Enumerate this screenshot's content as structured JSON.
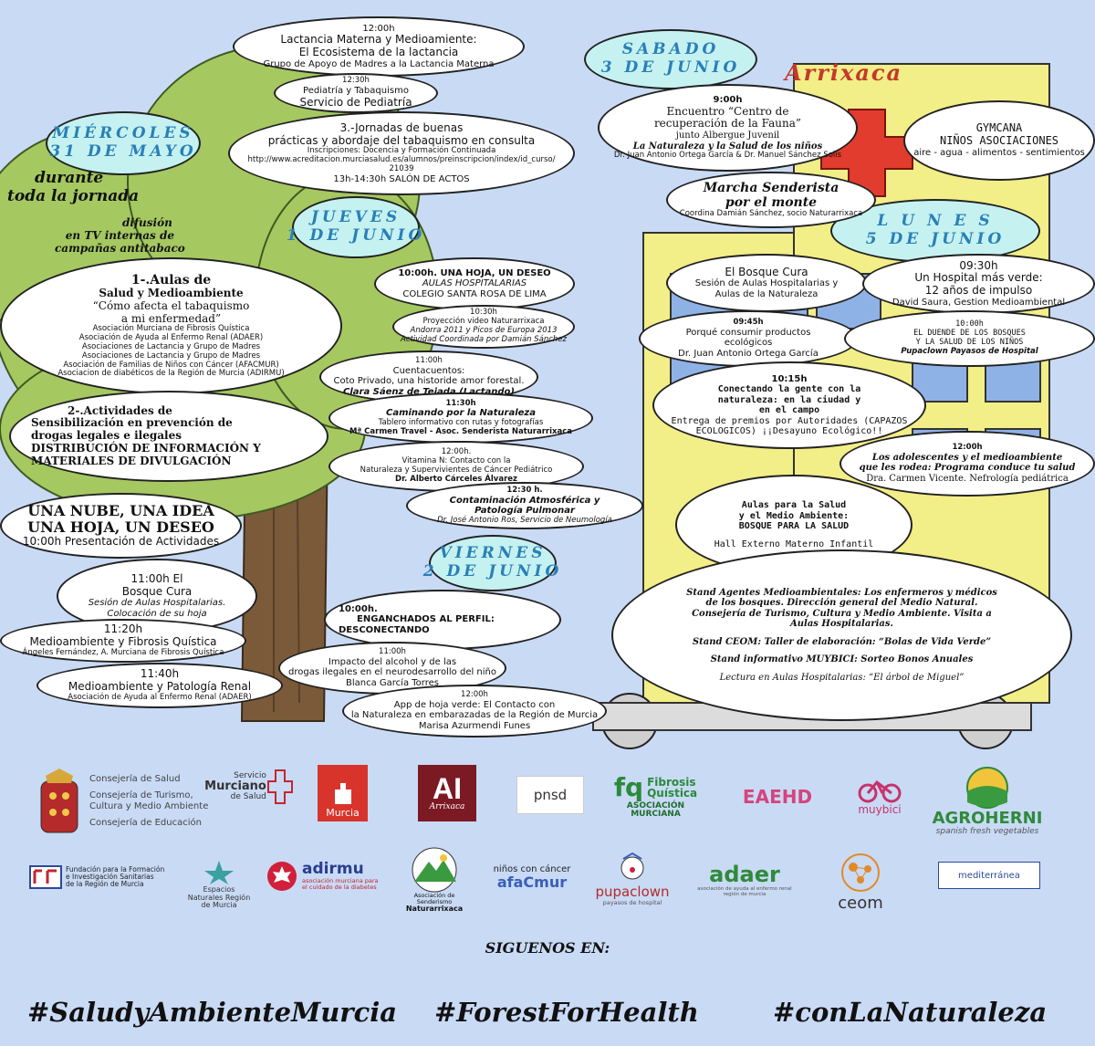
{
  "colors": {
    "background": "#c9daf5",
    "cloud": "#ffffff",
    "day_cloud": "#c5f2f0",
    "day_text": "#2a7fb8",
    "foliage": "#a5c861",
    "trunk": "#7b5a3a",
    "building": "#f2ee88",
    "window": "#8fb2e6",
    "cross": "#e23c2e"
  },
  "building_sign": "Arrixaca",
  "days": {
    "wed": [
      "MIÉRCOLES",
      "31 DE MAYO"
    ],
    "thu": [
      "JUEVES",
      "1 DE JUNIO"
    ],
    "fri": [
      "VIERNES",
      "2 DE JUNIO"
    ],
    "sat": [
      "SABADO",
      "3 DE JUNIO"
    ],
    "mon": [
      "L U N E S",
      "5 DE JUNIO"
    ]
  },
  "wed": {
    "all_day": [
      "durante",
      "toda la jornada"
    ],
    "tv": [
      "difusión",
      "en TV internas de",
      "campañas antitabaco"
    ],
    "aulas": [
      "1-.Aulas de",
      "Salud y Medioambiente",
      "“Cómo afecta el tabaquismo",
      "a mi enfermedad”",
      "Asociación Murciana de Fibrosis Quística",
      "Asociación de Ayuda al Enfermo Renal (ADAER)",
      "Asociaciones de Lactancia y Grupo de Madres",
      "Asociaciones de Lactancia y Grupo de Madres",
      "Asociación de Familias de Niños con Cáncer (AFACMUR)",
      "Asociacion de diabéticos de la Región de Murcia (ADIRMU)"
    ],
    "actividades": [
      "2-.Actividades de",
      "Sensibilización en prevención de",
      "drogas legales e ilegales",
      "DISTRIBUCIÓN DE INFORMACIÓN Y",
      "MATERIALES DE DIVULGACIÓN"
    ],
    "nube": [
      "UNA NUBE, UNA IDEA",
      "UNA HOJA, UN DESEO",
      "10:00h Presentación de Actividades"
    ],
    "bosque": [
      "11:00h El",
      "Bosque Cura",
      "Sesión de Aulas Hospitalarias.",
      "Colocación de su hoja"
    ],
    "fibrosis": [
      "11:20h",
      "Medioambiente y Fibrosis Quística",
      "Ángeles Fernández, A. Murciana de Fibrosis Quística"
    ],
    "renal": [
      "11:40h",
      "Medioambiente y Patología Renal",
      "Asociación de Ayuda al Enfermo Renal (ADAER)"
    ],
    "lactancia": [
      "12:00h",
      "Lactancia Materna y Medioamiente:",
      "El Ecosistema de la lactancia",
      "Grupo de Apoyo de Madres a la Lactancia Materna"
    ],
    "pediatria": [
      "12:30h",
      "Pediatría y Tabaquismo",
      "Servicio de Pediatría"
    ],
    "jornadas": [
      "3.-Jornadas de buenas",
      "prácticas y abordaje del tabaquismo en consulta",
      "Inscripciones: Docencia y Formación Continuada",
      "http://www.acreditacion.murciasalud.es/alumnos/preinscripcion/index/id_curso/",
      "21039",
      "13h-14:30h SALÓN DE ACTOS"
    ]
  },
  "thu": {
    "hoja": [
      "10:00h. UNA HOJA, UN DESEO",
      "AULAS HOSPITALARIAS",
      "COLEGIO SANTA ROSA DE LIMA"
    ],
    "video": [
      "10:30h",
      "Proyección video Naturarrixaca",
      "Andorra 2011 y Picos de Europa 2013",
      "Actividad Coordinada por Damián Sánchez"
    ],
    "cuentos": [
      "11:00h",
      "Cuentacuentos:",
      "Coto Privado, una historide amor forestal.",
      "Clara Sáenz de Tejada (Lactando)"
    ],
    "caminando": [
      "11:30h",
      "Caminando por la Naturaleza",
      "Tablero informativo con rutas y fotografías",
      "Mª Carmen Travel - Asoc. Senderista Naturarrixaca"
    ],
    "vitamina": [
      "12:00h.",
      "Vitamina N: Contacto con la",
      "Naturaleza y Supervivientes de Cáncer Pediátrico",
      "Dr. Alberto Cárceles Álvarez"
    ],
    "contaminacion": [
      "12:30 h.",
      "Contaminación Atmosférica y",
      "Patología Pulmonar",
      "Dr. José Antonio Ros, Servicio de Neumología"
    ]
  },
  "fri": {
    "enganchados": [
      "10:00h.",
      "ENGANCHADOS AL PERFIL:",
      "DESCONECTANDO"
    ],
    "alcohol": [
      "11:00h",
      "Impacto del alcohol y de las",
      "drogas ilegales en el neurodesarrollo del niño",
      "Blanca García Torres"
    ],
    "app": [
      "12:00h",
      "App de hoja verde: El Contacto con",
      "la Naturaleza en embarazadas de la Región de Murcia",
      "Marisa Azurmendi Funes"
    ]
  },
  "sat": {
    "encuentro": [
      "9:00h",
      "Encuentro “Centro de",
      "recuperación de la Fauna”",
      "junto Albergue Juvenil",
      "La Naturaleza y la Salud de los niños",
      "Dr. Juan Antonio Ortega García & Dr. Manuel Sánchez Solís"
    ],
    "gymcana": [
      "GYMCANA",
      "NIÑOS ASOCIACIONES",
      "aire - agua - alimentos - sentimientos"
    ],
    "marcha": [
      "Marcha Senderista",
      "por el monte",
      "Coordina Damián Sánchez, socio Naturarrixaca"
    ]
  },
  "mon": {
    "bosque": [
      "El Bosque Cura",
      "Sesión de Aulas Hospitalarias y",
      "Aulas de la Naturaleza"
    ],
    "hospital": [
      "09:30h",
      "Un Hospital más verde:",
      "12 años de impulso",
      "David Saura, Gestion Medioambiental"
    ],
    "productos": [
      "09:45h",
      "Porqué consumir productos",
      "ecológicos",
      "Dr. Juan Antonio Ortega García"
    ],
    "duende": [
      "10:00h",
      "EL DUENDE DE LOS BOSQUES",
      "Y LA SALUD DE LOS NIÑOS",
      "Pupaclown Payasos de Hospital"
    ],
    "conectando": [
      "10:15h",
      "Conectando la gente con la",
      "naturaleza: en la ciudad y",
      "en el campo",
      "Entrega de premios por Autoridades (CAPAZOS",
      "ECOLOGICOS) ¡¡Desayuno Ecológico!!"
    ],
    "adolescentes": [
      "12:00h",
      "Los adolescentes y el medioambiente",
      "que les rodea: Programa conduce tu salud",
      "Dra. Carmen Vicente. Nefrología pediátrica"
    ],
    "aulas": [
      "Aulas para la Salud",
      "y el Medio Ambiente:",
      "BOSQUE PARA LA SALUD",
      "Hall Externo Materno Infantil"
    ],
    "stands": [
      "Stand Agentes Medioambientales: Los enfermeros y médicos",
      "de los bosques. Dirección general del Medio Natural.",
      "Consejería de Turismo, Cultura y Medio Ambiente. Visita a",
      "Aulas Hospitalarias.",
      "Stand CEOM: Taller de elaboración: “Bolas de Vida Verde”",
      "Stand informativo MUYBICI: Sorteo Bonos Anuales",
      "Lectura en Aulas Hospitalarias: “El árbol de Miguel”"
    ]
  },
  "logos": {
    "consejeria": [
      "Consejería de Salud",
      "Consejería de Turismo,",
      "Cultura y Medio Ambiente",
      "Consejería de Educación"
    ],
    "sms": [
      "Servicio",
      "Murciano",
      "de Salud"
    ],
    "murcia": "Murcia",
    "ai": "AI",
    "ai_sub": "Arrixaca",
    "pnsd": "pnsd",
    "fq": [
      "fq",
      "Fibrosis",
      "Quística",
      "ASOCIACIÓN MURCIANA"
    ],
    "eaehd": "EAEHD",
    "muybici": "muybici",
    "agroherni": [
      "AGROHERNI",
      "spanish fresh vegetables"
    ],
    "ffis": [
      "Fundación para la Formación",
      "e Investigación Sanitarias",
      "de la Región de Murcia"
    ],
    "espacios": [
      "Espacios",
      "Naturales Región",
      "de Murcia"
    ],
    "adirmu": [
      "adirmu",
      "asociación murciana para",
      "el cuidado de la diabetes"
    ],
    "naturarrixaca": [
      "Asociación de Senderismo",
      "Naturarrixaca"
    ],
    "afacmur": [
      "niños con cáncer",
      "afaCmur"
    ],
    "pupaclown": [
      "pupaclown",
      "payasos de hospital"
    ],
    "adaer": [
      "adaer",
      "asociación de ayuda al enfermo renal región de murcia"
    ],
    "ceom": "ceom",
    "mediterranea": "mediterránea"
  },
  "follow": "SIGUENOS EN:",
  "hashtags": [
    "#SaludyAmbienteMurcia",
    "#ForestForHealth",
    "#conLaNaturaleza"
  ]
}
